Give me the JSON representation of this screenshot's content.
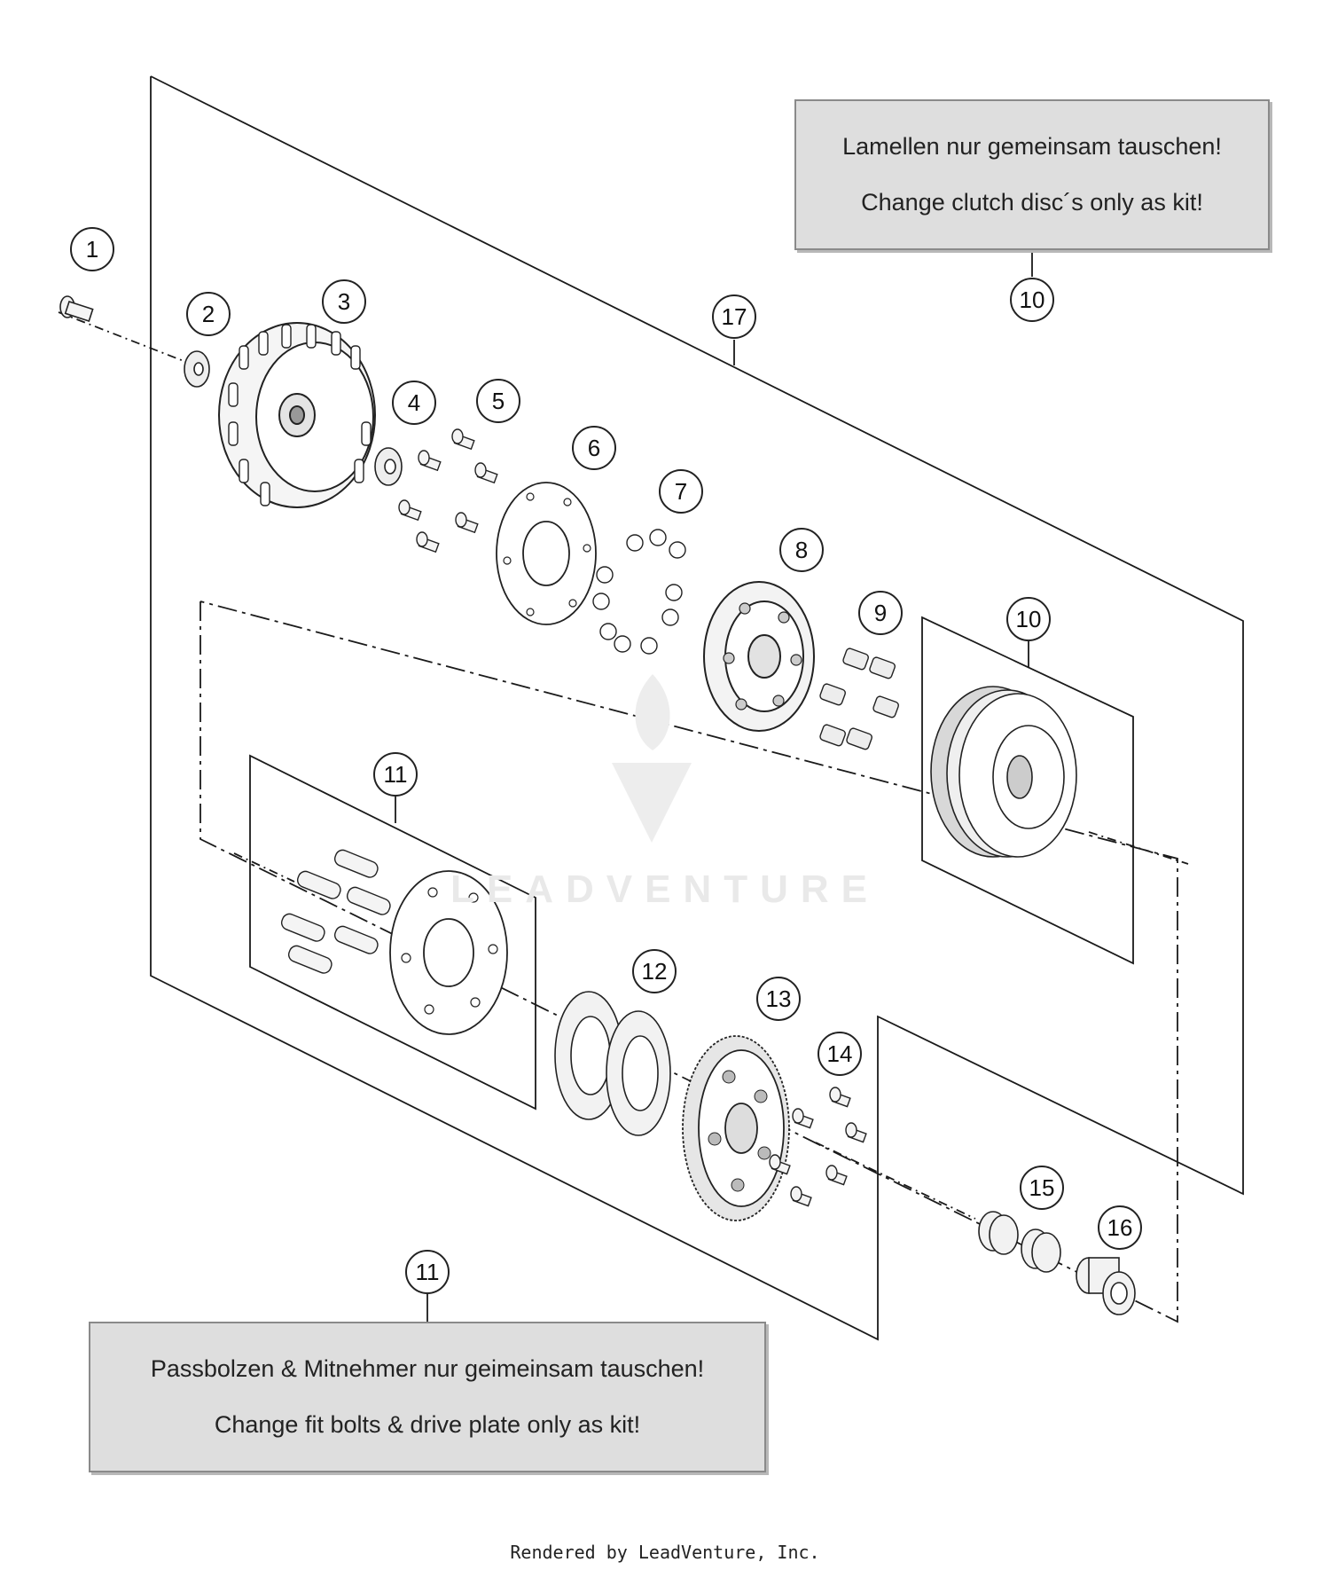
{
  "diagram": {
    "callouts": [
      "1",
      "2",
      "3",
      "4",
      "5",
      "6",
      "7",
      "8",
      "9",
      "10",
      "10",
      "11",
      "11",
      "12",
      "13",
      "14",
      "15",
      "16",
      "17"
    ],
    "note_top": {
      "line1": "Lamellen nur gemeinsam tauschen!",
      "line2": "Change clutch disc´s only as kit!"
    },
    "note_bottom": {
      "line1": "Passbolzen & Mitnehmer nur geimeinsam tauschen!",
      "line2": "Change fit bolts & drive plate only as kit!"
    },
    "watermark": "LEADVENTURE",
    "footer": "Rendered by LeadVenture, Inc."
  }
}
